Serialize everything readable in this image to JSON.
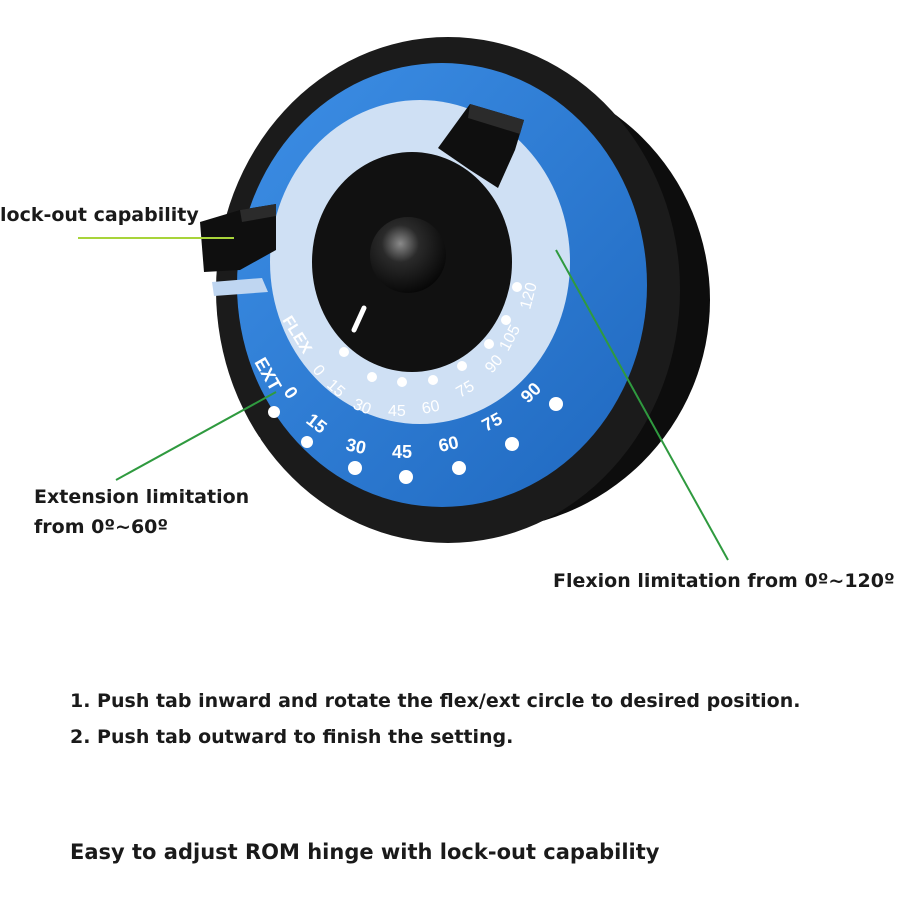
{
  "callouts": {
    "lockout": "lock-out capability",
    "extension": [
      "Extension limitation",
      "from 0º~60º"
    ],
    "flexion": "Flexion limitation from 0º~120º"
  },
  "dial": {
    "flex_label": "FLEX",
    "ext_label": "EXT",
    "flex_ticks": [
      "0",
      "15",
      "30",
      "45",
      "60",
      "75",
      "90",
      "105",
      "120"
    ],
    "ext_ticks": [
      "0",
      "15",
      "30",
      "45",
      "60",
      "75",
      "90"
    ]
  },
  "steps": [
    "1. Push tab inward and rotate the flex/ext circle to desired position.",
    "2. Push tab outward to finish the setting."
  ],
  "tagline": "Easy to adjust ROM hinge with lock-out capability",
  "colors": {
    "body_black": "#151515",
    "dial_blue": "#2f7fd6",
    "ring_light": "#c9dcf2",
    "leader_green": "#2f9a3f"
  }
}
